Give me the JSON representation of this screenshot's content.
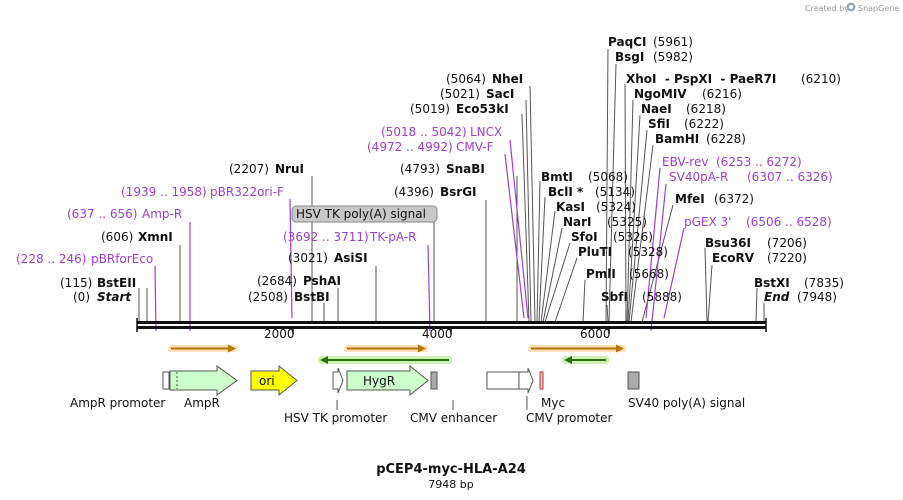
{
  "header": {
    "created_by": "Created by",
    "brand": "SnapGene"
  },
  "plasmid": {
    "name": "pCEP4-myc-HLA-A24",
    "length": "7948 bp"
  },
  "colors": {
    "enzyme": "#111111",
    "primer": "#9b3fd1",
    "ampr": "#ccffcc",
    "ori": "#ffff00",
    "hygr": "#ccffcc",
    "orf": "#e6a33c",
    "reverse_orf": "#3c8a1e"
  },
  "ruler": {
    "ticks": [
      {
        "label": "2000"
      },
      {
        "label": "4000"
      },
      {
        "label": "6000"
      }
    ]
  },
  "enzymes": [
    {
      "pos": "(115)",
      "name": "BstEII"
    },
    {
      "pos": "(0)",
      "name": "Start"
    },
    {
      "pos": "(606)",
      "name": "XmnI"
    },
    {
      "pos": "(2207)",
      "name": "NruI"
    },
    {
      "pos": "(3021)",
      "name": "AsiSI"
    },
    {
      "pos": "(2684)",
      "name": "PshAI"
    },
    {
      "pos": "(2508)",
      "name": "BstBI"
    },
    {
      "pos": "(4793)",
      "name": "SnaBI"
    },
    {
      "pos": "(4396)",
      "name": "BsrGI"
    },
    {
      "pos": "(5064)",
      "name": "NheI"
    },
    {
      "pos": "(5021)",
      "name": "SacI"
    },
    {
      "pos": "(5019)",
      "name": "Eco53kI"
    },
    {
      "pos": "(5068)",
      "name": "BmtI"
    },
    {
      "pos": "(5134)",
      "name": "BclI *"
    },
    {
      "pos": "(5324)",
      "name": "KasI"
    },
    {
      "pos": "(5325)",
      "name": "NarI"
    },
    {
      "pos": "(5326)",
      "name": "SfoI"
    },
    {
      "pos": "(5328)",
      "name": "PluTI"
    },
    {
      "pos": "(5668)",
      "name": "PmlI"
    },
    {
      "pos": "(5888)",
      "name": "SbfI"
    },
    {
      "pos": "(5961)",
      "name": "PaqCI"
    },
    {
      "pos": "(5982)",
      "name": "BsgI"
    },
    {
      "pos": "(6210)",
      "name": "XhoI  - PspXI  - PaeR7I"
    },
    {
      "pos": "(6216)",
      "name": "NgoMIV"
    },
    {
      "pos": "(6218)",
      "name": "NaeI"
    },
    {
      "pos": "(6222)",
      "name": "SfiI"
    },
    {
      "pos": "(6228)",
      "name": "BamHI"
    },
    {
      "pos": "(6372)",
      "name": "MfeI"
    },
    {
      "pos": "(7206)",
      "name": "Bsu36I"
    },
    {
      "pos": "(7220)",
      "name": "EcoRV"
    },
    {
      "pos": "(7835)",
      "name": "BstXI"
    },
    {
      "pos": "(7948)",
      "name": "End"
    }
  ],
  "primers": [
    {
      "range": "(228 .. 246)",
      "name": "pBRforEco"
    },
    {
      "range": "(637 .. 656)",
      "name": "Amp-R"
    },
    {
      "range": "(1939 .. 1958)",
      "name": "pBR322ori-F"
    },
    {
      "range": "(3692 .. 3711)",
      "name": "TK-pA-R"
    },
    {
      "range": "(5018 .. 5042)",
      "name": "LNCX"
    },
    {
      "range": "(4972 .. 4992)",
      "name": "CMV-F"
    },
    {
      "range": "(6253 .. 6272)",
      "name": "EBV-rev"
    },
    {
      "range": "(6307 .. 6326)",
      "name": "SV40pA-R"
    },
    {
      "range": "(6506 .. 6528)",
      "name": "pGEX 3'"
    }
  ],
  "callout": {
    "label": "HSV TK poly(A) signal"
  },
  "features": [
    {
      "name": "AmpR promoter"
    },
    {
      "name": "AmpR"
    },
    {
      "name": "ori"
    },
    {
      "name": "HSV TK promoter"
    },
    {
      "name": "HygR"
    },
    {
      "name": "CMV enhancer"
    },
    {
      "name": "Myc"
    },
    {
      "name": "CMV promoter"
    },
    {
      "name": "SV40 poly(A) signal"
    }
  ]
}
